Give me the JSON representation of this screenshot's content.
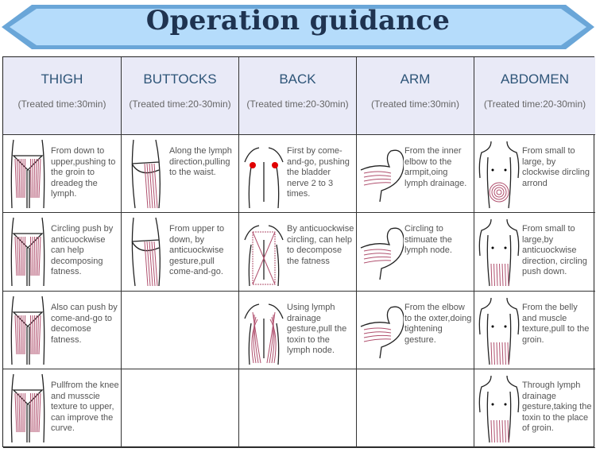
{
  "title": "Operation guidance",
  "colors": {
    "banner_fill": "#b5dcfb",
    "banner_border": "#6aa6d8",
    "header_bg": "#e9eaf7",
    "stroke_pink": "#b0506e",
    "dot_red": "#e00000"
  },
  "columns": [
    {
      "name": "THIGH",
      "time": "(Treated time:30min)",
      "figure": "thigh",
      "steps": [
        "From down to upper,pushing to the groin to dreadeg the lymph.",
        "Circling push by anticuockwise can help decomposing fatness.",
        "Also can push by come-and-go to decomose fatness.",
        "Pullfrom the knee and musscie texture to upper, can improve the curve."
      ]
    },
    {
      "name": "BUTTOCKS",
      "time": "(Treated time:20-30min)",
      "figure": "buttocks",
      "steps": [
        "Along the lymph direction,pulling to the waist.",
        "From upper to down, by anticuockwise gesture,pull come-and-go.",
        "",
        ""
      ]
    },
    {
      "name": "BACK",
      "time": "(Treated time:20-30min)",
      "figure": "back",
      "steps": [
        "First by come-and-go, pushing the bladder nerve 2 to 3 times.",
        "By anticuockwise circling, can help to decompose the fatness",
        "Using lymph drainage gesture,pull the toxin to the lymph node.",
        ""
      ]
    },
    {
      "name": "ARM",
      "time": "(Treated time:30min)",
      "figure": "arm",
      "steps": [
        "From the inner elbow to the armpit,oing lymph drainage.",
        "Circling to stimuate the lymph node.",
        "From the elbow to the oxter,doing tightening gesture.",
        ""
      ]
    },
    {
      "name": "ABDOMEN",
      "time": "(Treated time:20-30min)",
      "figure": "abdomen",
      "steps": [
        "From small to large, by clockwise dircling arrond",
        "From small to large,by anticuockwise direction, circling push down.",
        "From the belly and muscle texture,pull to the groin.",
        "Through lymph drainage gesture,taking the toxin to the place of groin."
      ]
    }
  ]
}
